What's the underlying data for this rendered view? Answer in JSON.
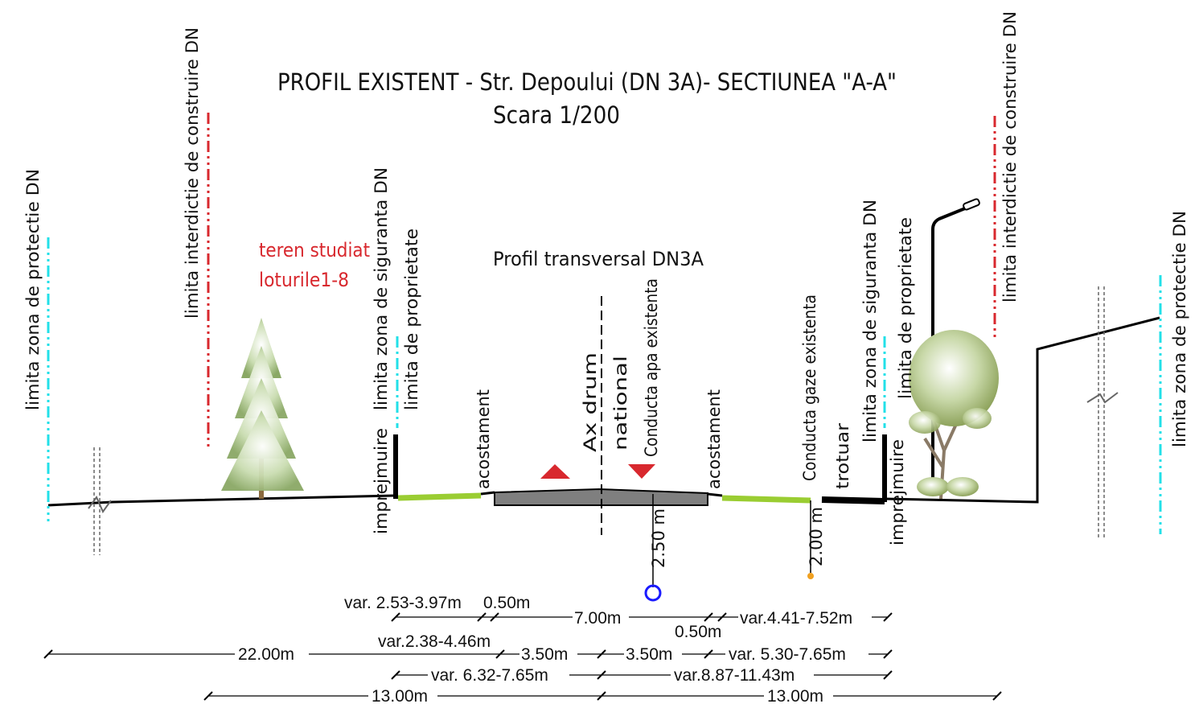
{
  "title": {
    "line1": "PROFIL EXISTENT  - Str. Depoului (DN 3A)- SECTIUNEA \"A-A\"",
    "line2": "Scara 1/200"
  },
  "subtitle": "Profil transversal  DN3A",
  "study_area": {
    "line1": "teren studiat",
    "line2": "loturile1-8"
  },
  "limits": {
    "protection_zone": "limita zona de protectie DN",
    "building_ban": "limita interdictie de construire DN",
    "safety_zone": "limita zona de siguranta DN",
    "property": "limita de proprietate"
  },
  "elements": {
    "fence": "imprejmuire",
    "shoulder": "acostament",
    "axis": "Ax drum national",
    "axis_line1": "Ax drum",
    "axis_line2": "national",
    "sidewalk": "trotuar",
    "water_pipe": "Conducta apa existenta",
    "gas_pipe": "Conducta gaze existenta",
    "water_depth": "2.50 m",
    "gas_depth": "2.00 m"
  },
  "dimensions": {
    "row1": [
      "var. 2.53-3.97m",
      "0.50m",
      "7.00m",
      "0.50m",
      "var.4.41-7.52m"
    ],
    "row2": [
      "22.00m",
      "var.2.38-4.46m",
      "3.50m",
      "3.50m",
      "var. 5.30-7.65m"
    ],
    "row3": [
      "var. 6.32-7.65m",
      "var.8.87-11.43m"
    ],
    "row4": [
      "13.00m",
      "13.00m"
    ]
  },
  "colors": {
    "protection": "#22e0e8",
    "building_ban": "#d8282e",
    "study_text": "#d8282e",
    "water": "#1a1aff",
    "gas": "#f0a020",
    "green_strip": "#9acd32",
    "asphalt": "#7f7f7f"
  }
}
